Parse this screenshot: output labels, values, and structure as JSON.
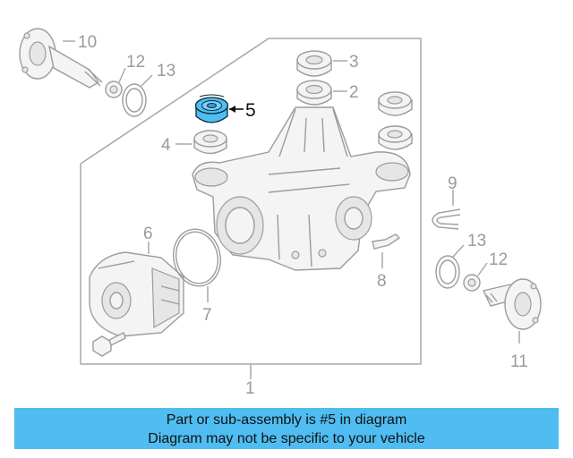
{
  "callouts": {
    "c1": "1",
    "c2": "2",
    "c3": "3",
    "c4": "4",
    "c5": "5",
    "c6": "6",
    "c7": "7",
    "c8": "8",
    "c9": "9",
    "c10": "10",
    "c11": "11",
    "c12a": "12",
    "c12b": "12",
    "c13a": "13",
    "c13b": "13"
  },
  "highlight": {
    "part": "5",
    "color": "#4fbdf2"
  },
  "banner": {
    "line1": "Part or sub-assembly is #5 in diagram",
    "line2": "Diagram may not be specific to your vehicle",
    "color": "#4fbdf2"
  }
}
